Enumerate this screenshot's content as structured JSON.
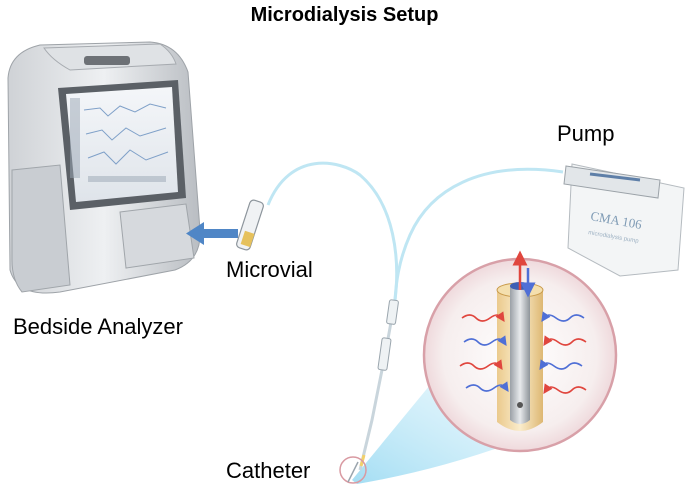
{
  "title": "Microdialysis Setup",
  "labels": {
    "pump": "Pump",
    "microvial": "Microvial",
    "bedside_analyzer": "Bedside Analyzer",
    "catheter": "Catheter"
  },
  "device_text": {
    "pump_model": "CMA 106",
    "pump_subtext": "microdialysis pump"
  },
  "icons": {
    "analyzer": "bedside-analyzer-icon",
    "pump": "pump-icon",
    "vial": "microvial-icon",
    "arrow": "arrow-left-icon"
  },
  "colors": {
    "tubing": "#bfe6f3",
    "arrow_blue": "#4f86c6",
    "magnify_ring": "#d8a0a8",
    "magnify_fill": "#f7f1f1",
    "flow_red": "#e0463e",
    "flow_blue": "#4f6fd6",
    "beam": "#bfe8f7"
  }
}
